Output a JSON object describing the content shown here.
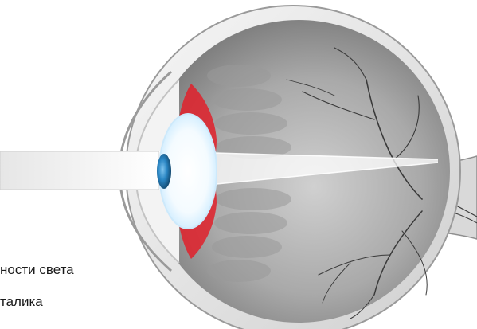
{
  "captions": [
    "ности света",
    "талика"
  ],
  "colors": {
    "sclera_outer": "#e9e9e9",
    "sclera_edge": "#9a9a9a",
    "vitreous_dark": "#6f6f6f",
    "vitreous_light": "#bdbdbd",
    "ciliary_red": "#e0202a",
    "lens_white": "#ffffff",
    "lens_glow": "#bfe6ff",
    "pupil_blue": "#1f6ea6",
    "light_beam": "#f2f2f2",
    "vessel": "#3a3a3a"
  },
  "icons": {
    "nerve": "optic-nerve",
    "beam": "light-beam"
  }
}
